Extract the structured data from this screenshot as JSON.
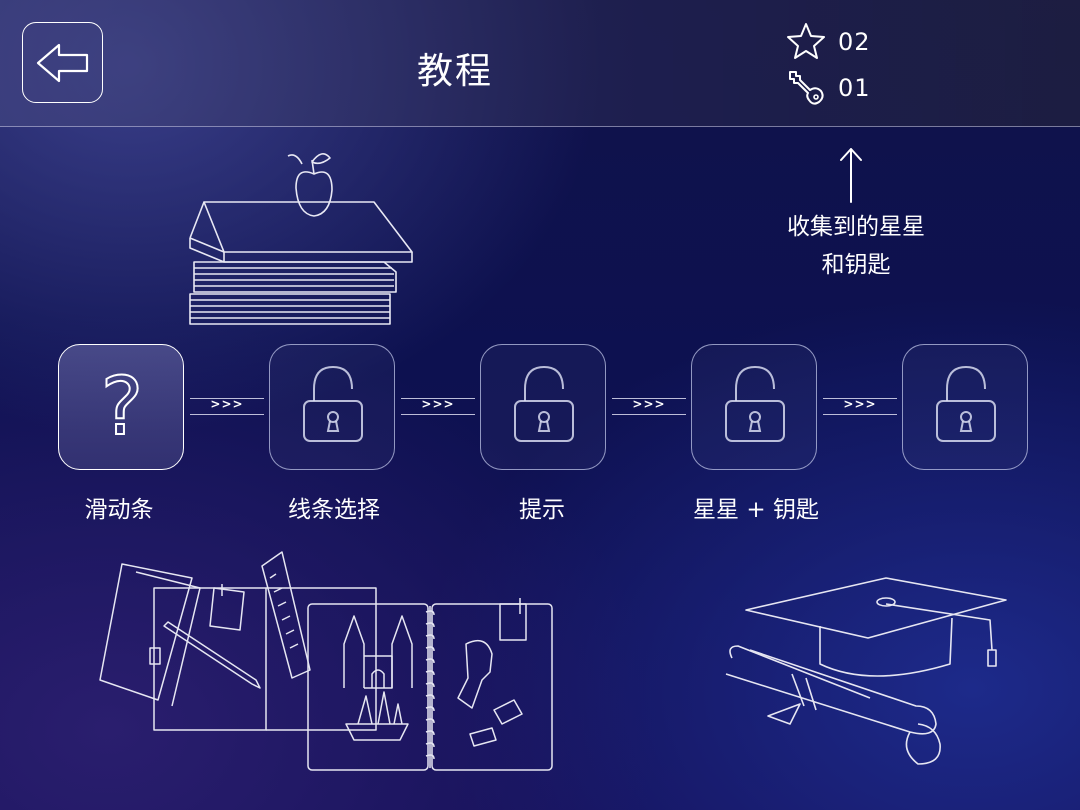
{
  "header": {
    "title": "教程",
    "stars_count": "02",
    "keys_count": "01"
  },
  "collect_note": [
    "收集到的星星",
    "和钥匙"
  ],
  "levels": [
    {
      "label": "滑动条",
      "state": "current",
      "glyph": "?"
    },
    {
      "label": "线条选择",
      "state": "locked"
    },
    {
      "label": "提示",
      "state": "locked"
    },
    {
      "label": "星星 + 钥匙",
      "state": "locked"
    },
    {
      "label": "",
      "state": "locked"
    }
  ],
  "connector_text": ">>>",
  "icons": {
    "back": "back-arrow-icon",
    "star": "star-icon",
    "key": "key-icon",
    "lock": "padlock-icon"
  },
  "colors": {
    "bg_dark": "#0d1150",
    "line": "#ffffff"
  }
}
